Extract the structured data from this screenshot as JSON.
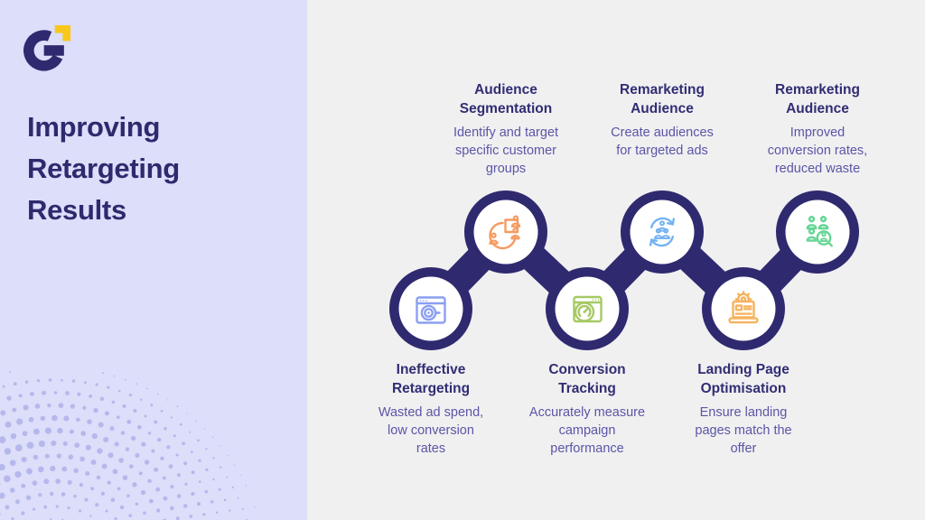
{
  "brand": {
    "logo": "g-mark-logo",
    "logo_indigo": "#2F2A6F",
    "logo_yellow": "#F9C71A"
  },
  "page": {
    "title": "Improving\nRetargeting\nResults"
  },
  "colors": {
    "left_panel_bg": "#DCDEFA",
    "right_panel_bg": "#F0F0F1",
    "chain_indigo": "#2F2A6F",
    "node_fill": "#FFFFFF",
    "title_text": "#2D2A6E",
    "step_title_text": "#312D73",
    "step_desc_text": "#5B55A6",
    "halftone_dots": "#B5B8EB"
  },
  "steps": [
    {
      "title": "Ineffective\nRetargeting",
      "description": "Wasted ad spend,\nlow conversion\nrates",
      "icon": "browser-target-icon",
      "icon_color": "#8B9FF2",
      "row": "bottom"
    },
    {
      "title": "Audience\nSegmentation",
      "description": "Identify and target\nspecific customer\ngroups",
      "icon": "audience-pie-icon",
      "icon_color": "#F59B62",
      "row": "top"
    },
    {
      "title": "Conversion\nTracking",
      "description": "Accurately measure\ncampaign\nperformance",
      "icon": "browser-gauge-icon",
      "icon_color": "#A6C964",
      "row": "bottom"
    },
    {
      "title": "Remarketing\nAudience",
      "description": "Create audiences\nfor targeted ads",
      "icon": "audience-refresh-icon",
      "icon_color": "#74B3F2",
      "row": "top"
    },
    {
      "title": "Landing Page\nOptimisation",
      "description": "Ensure landing\npages match the\noffer",
      "icon": "laptop-gear-icon",
      "icon_color": "#F6B35F",
      "row": "bottom"
    },
    {
      "title": "Remarketing\nAudience",
      "description": "Improved\nconversion rates,\nreduced waste",
      "icon": "audience-search-icon",
      "icon_color": "#66D695",
      "row": "top"
    }
  ]
}
